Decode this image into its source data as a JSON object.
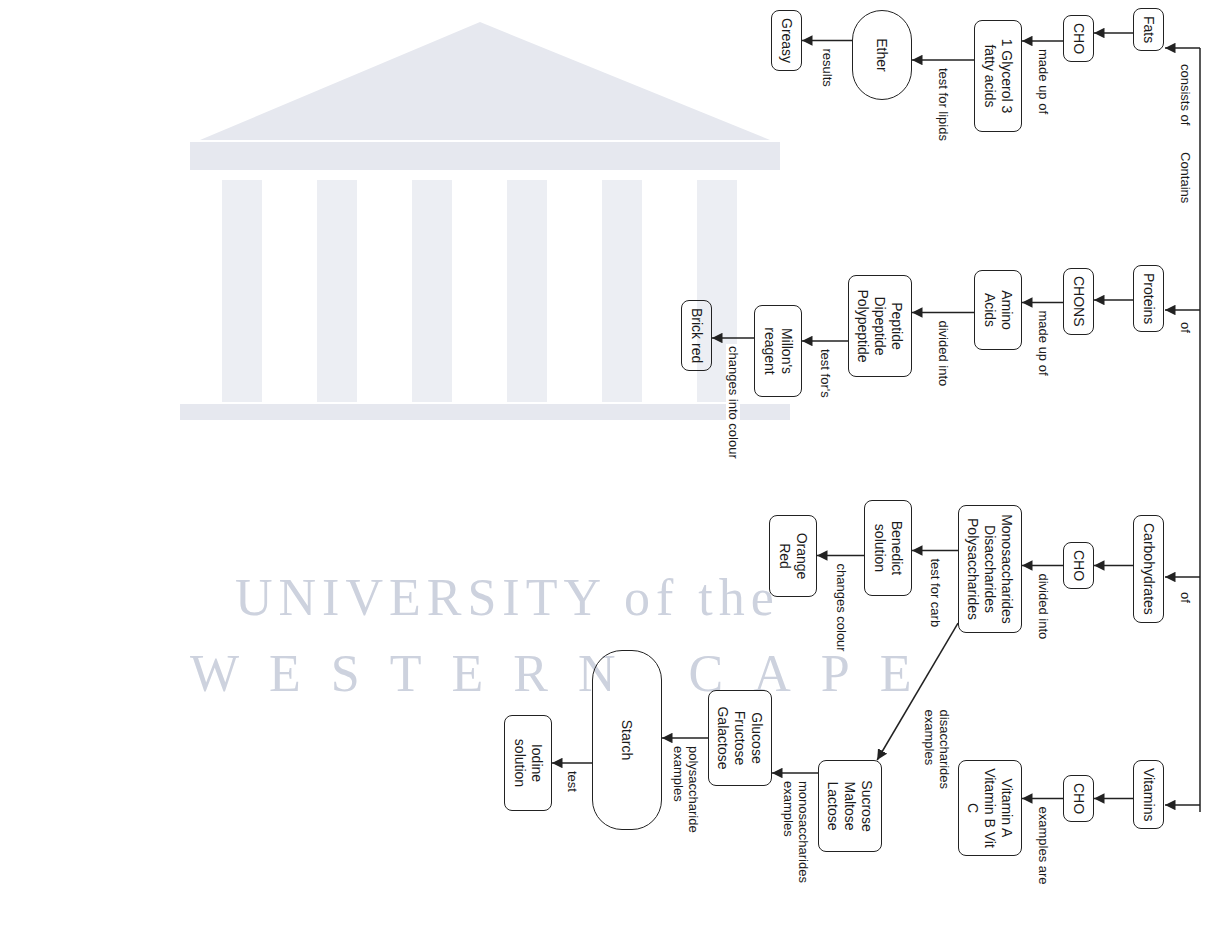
{
  "diagram": {
    "nodes": [
      {
        "text": [
          "Fats"
        ]
      },
      {
        "text": [
          "Proteins"
        ]
      },
      {
        "text": [
          "Carbohydrates"
        ]
      },
      {
        "text": [
          "Vitamins"
        ]
      },
      {
        "text": [
          "CHO"
        ]
      },
      {
        "text": [
          "CHONS"
        ]
      },
      {
        "text": [
          "CHO"
        ]
      },
      {
        "text": [
          "CHO"
        ]
      },
      {
        "text": [
          "1 Glycerol 3 fatty acids"
        ]
      },
      {
        "text": [
          "Amino Acids"
        ]
      },
      {
        "text": [
          "Monosaccharides Disaccharides Polysaccharides"
        ]
      },
      {
        "text": [
          "Vitamin A Vitamin B Vit C"
        ]
      },
      {
        "text": [
          "Ether"
        ]
      },
      {
        "text": [
          "Peptide Dipeptide Polypeptide"
        ]
      },
      {
        "text": [
          "Benedict solution"
        ]
      },
      {
        "text": [
          "Sucrose Maltose Lactose"
        ]
      },
      {
        "text": [
          "Greasy"
        ]
      },
      {
        "text": [
          "Millon's reagent"
        ]
      },
      {
        "text": [
          "Orange Red"
        ]
      },
      {
        "text": [
          "Glucose Fructose Galactose"
        ]
      },
      {
        "text": [
          "Brick red"
        ]
      },
      {
        "text": [
          "Starch"
        ]
      },
      {
        "text": [
          "Iodine solution"
        ]
      }
    ],
    "edges": [
      {
        "from": 0,
        "to": 4,
        "arrow": "to"
      },
      {
        "from": 1,
        "to": 5,
        "arrow": "to"
      },
      {
        "from": 2,
        "to": 6,
        "arrow": "to"
      },
      {
        "from": 3,
        "to": 7,
        "arrow": "to"
      },
      {
        "from": 4,
        "to": 8,
        "label": "made up of",
        "arrow": "to"
      },
      {
        "from": 5,
        "to": 9,
        "label": "made up of",
        "arrow": "to"
      },
      {
        "from": 6,
        "to": 10,
        "label": "divided into",
        "arrow": "to"
      },
      {
        "from": 7,
        "to": 11,
        "label": "examples are",
        "arrow": "to"
      },
      {
        "from": 8,
        "to": 12,
        "label": "test for lipids",
        "arrow": "to"
      },
      {
        "from": 12,
        "to": 16,
        "label": "results",
        "arrow": "to"
      },
      {
        "from": 9,
        "to": 13,
        "label": "divided into",
        "arrow": "to"
      },
      {
        "from": 13,
        "to": 17,
        "label": "test for's",
        "arrow": "to"
      },
      {
        "from": 17,
        "to": 20,
        "label": "changes into colour",
        "arrow": "to"
      },
      {
        "from": 10,
        "to": 14,
        "label": "test for carb",
        "arrow": "to"
      },
      {
        "from": 14,
        "to": 18,
        "label": "changes colour",
        "arrow": "to"
      },
      {
        "from": 10,
        "to": 15,
        "label": "disaccharides examples",
        "arrow": "to"
      },
      {
        "from": 15,
        "to": 19,
        "label": "monosaccharides examples",
        "arrow": "to"
      },
      {
        "from": 19,
        "to": 21,
        "label": "polysaccharide examples",
        "arrow": "to"
      },
      {
        "from": 21,
        "to": 22,
        "label": "test",
        "arrow": "to"
      }
    ],
    "labels": [
      "consists of",
      "Contains",
      "of",
      "of",
      "UNIVERSITY of the",
      "WESTERN CAPE"
    ]
  }
}
